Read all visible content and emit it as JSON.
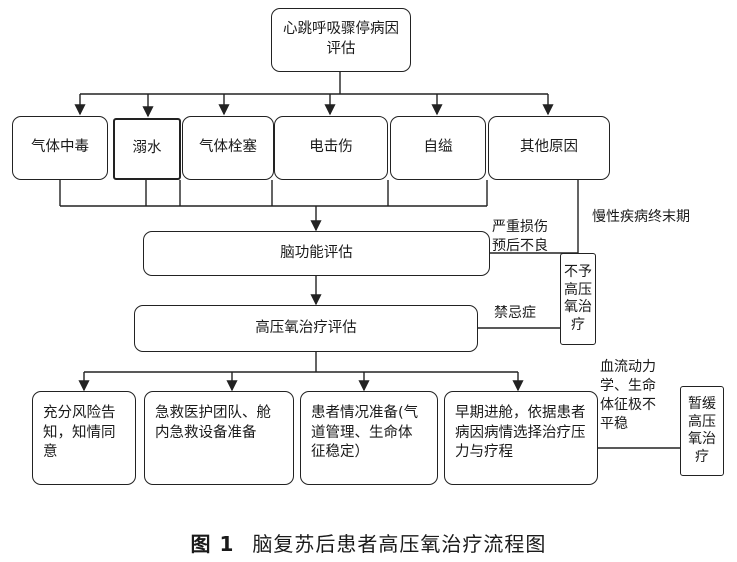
{
  "top": {
    "text": "心跳呼吸骤停病因\n评估"
  },
  "causes": [
    {
      "id": "gas-poisoning",
      "text": "气体中毒"
    },
    {
      "id": "drowning",
      "text": "溺水"
    },
    {
      "id": "gas-embolism",
      "text": "气体栓塞"
    },
    {
      "id": "electric-injury",
      "text": "电击伤"
    },
    {
      "id": "hanging",
      "text": "自缢"
    },
    {
      "id": "other-causes",
      "text": "其他原因"
    }
  ],
  "chronic_label": "慢性疾病终末期",
  "brain_eval": "脑功能评估",
  "severe_label": "严重损伤\n预后不良",
  "no_hbo": "不予\n高压\n氧治\n疗",
  "hbo_eval": "高压氧治疗评估",
  "contra_label": "禁忌症",
  "prep": [
    {
      "id": "risk-consent",
      "text": "充分风险告\n知，知情同\n意"
    },
    {
      "id": "emergency-team",
      "text": "急救医护团队、舱\n内急救设备准备"
    },
    {
      "id": "patient-prep",
      "text": "患者情况准备(气\n道管理、生命体\n征稳定）"
    },
    {
      "id": "early-entry",
      "text": "早期进舱，依据患者\n病因病情选择治疗压\n力与疗程"
    }
  ],
  "unstable_label": "血流动力\n学、生命\n体征极不\n平稳",
  "delay": "暂缓\n高压\n氧治\n疗",
  "caption": {
    "fig": "图 1",
    "title": "脑复苏后患者高压氧治疗流程图"
  }
}
